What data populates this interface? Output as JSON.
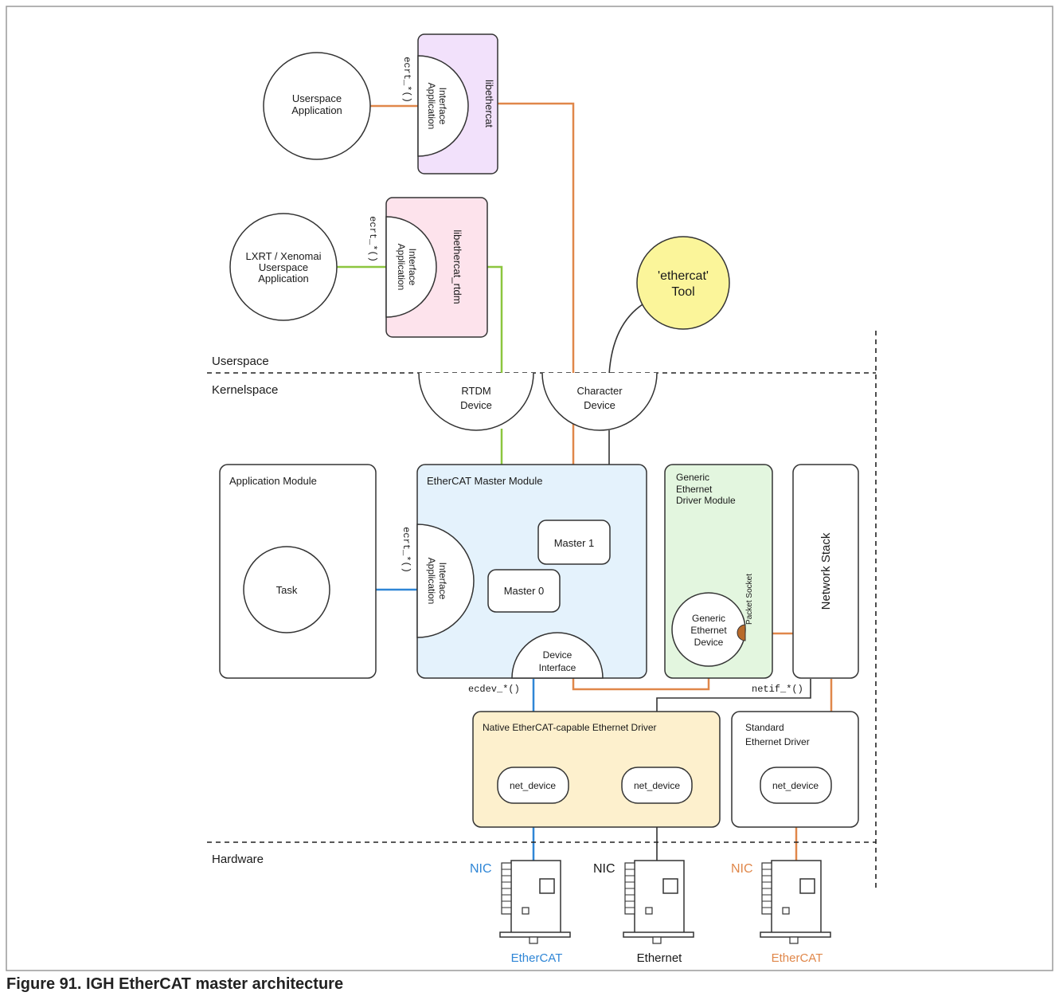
{
  "caption": "Figure 91.  IGH EtherCAT master architecture",
  "labels": {
    "userspace_app": [
      "Userspace",
      "Application"
    ],
    "lxrt_app": [
      "LXRT / Xenomai",
      "Userspace",
      "Application"
    ],
    "libethercat": "libethercat",
    "libethercat_rtdm": "libethercat_rtdm",
    "app_interface_top": [
      "Application",
      "Interface"
    ],
    "app_interface_mid": [
      "Application",
      "Interface"
    ],
    "app_interface_module": [
      "Application",
      "Interface"
    ],
    "ecrt_fn_1": "ecrt_*()",
    "ecrt_fn_2": "ecrt_*()",
    "ecrt_fn_3": "ecrt_*()",
    "ethercat_tool": [
      "'ethercat'",
      "Tool"
    ],
    "userspace": "Userspace",
    "kernelspace": "Kernelspace",
    "hardware": "Hardware",
    "rtdm_device": [
      "RTDM",
      "Device"
    ],
    "character_device": [
      "Character",
      "Device"
    ],
    "application_module": "Application Module",
    "task": "Task",
    "master_module": "EtherCAT Master Module",
    "master0": "Master 0",
    "master1": "Master 1",
    "device_interface": [
      "Device",
      "Interface"
    ],
    "generic_driver_module": [
      "Generic",
      "Ethernet",
      "Driver Module"
    ],
    "generic_ethernet_device": [
      "Generic",
      "Ethernet",
      "Device"
    ],
    "packet_socket": "Packet Socket",
    "network_stack": "Network Stack",
    "ecdev_fn": "ecdev_*()",
    "netif_fn": "netif_*()",
    "native_driver": "Native EtherCAT-capable Ethernet Driver",
    "standard_driver": [
      "Standard",
      "Ethernet Driver"
    ],
    "net_device": "net_device",
    "nic": "NIC",
    "nic_labels": [
      "EtherCAT",
      "Ethernet",
      "EtherCAT"
    ]
  },
  "colors": {
    "orange": "#e0874a",
    "green": "#8cc63f",
    "blue": "#2f86d6",
    "black": "#333333",
    "libethercat_fill": "#f2e1fb",
    "rtdm_fill": "#fde3ec",
    "tool_fill": "#fbf59a",
    "master_module_fill": "#e4f2fc",
    "generic_module_fill": "#e3f6df",
    "native_driver_fill": "#fdf0cd"
  }
}
